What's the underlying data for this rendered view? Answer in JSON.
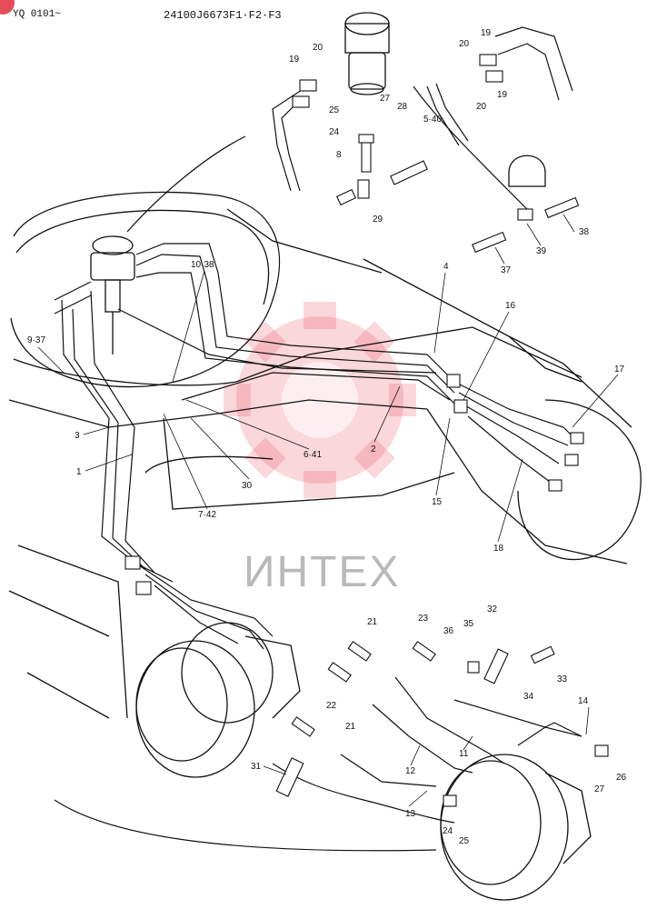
{
  "header": {
    "model_range": "YQ 0101~",
    "part_numbers": "24100J6673F1·F2·F3"
  },
  "watermark": {
    "text": "ИНТЕХ",
    "color": "#e84a5a"
  },
  "callouts": {
    "c1": "1",
    "c2": "2",
    "c3": "3",
    "c4": "4",
    "c5_40": "5·40",
    "c6_41": "6·41",
    "c7_42": "7·42",
    "c8": "8",
    "c9_37": "9·37",
    "c10_38": "10·38",
    "c11": "11",
    "c12": "12",
    "c13": "13",
    "c14": "14",
    "c15": "15",
    "c16": "16",
    "c17": "17",
    "c18": "18",
    "c19a": "19",
    "c19b": "19",
    "c19c": "19",
    "c20a": "20",
    "c20b": "20",
    "c20c": "20",
    "c21a": "21",
    "c21b": "21",
    "c22": "22",
    "c23": "23",
    "c24a": "24",
    "c24b": "24",
    "c25a": "25",
    "c25b": "25",
    "c26": "26",
    "c27a": "27",
    "c27b": "27",
    "c28": "28",
    "c29": "29",
    "c30": "30",
    "c31": "31",
    "c32": "32",
    "c33": "33",
    "c34": "34",
    "c35": "35",
    "c36": "36",
    "c37": "37",
    "c38": "38",
    "c39": "39"
  }
}
